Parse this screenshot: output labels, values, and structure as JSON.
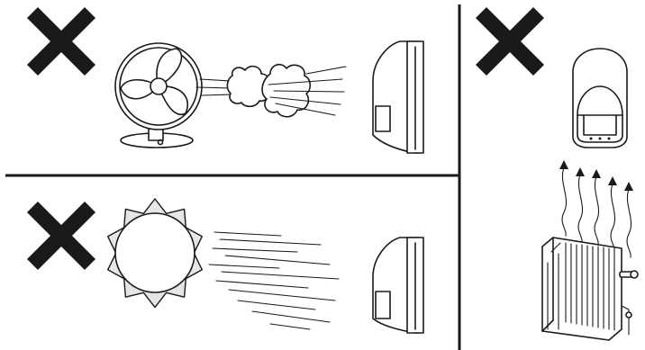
{
  "colors": {
    "line": "#1a1a1a",
    "background": "#ffffff",
    "ray_fill": "#e6e6e6",
    "forbidden_mark": "#1a1a1a"
  },
  "panels": [
    {
      "id": "panel-fan-draught",
      "icons": [
        "forbidden-x-icon",
        "desk-fan-icon",
        "air-draught-icon",
        "motion-sensor-side-icon"
      ]
    },
    {
      "id": "panel-sunlight",
      "icons": [
        "forbidden-x-icon",
        "sun-icon",
        "sun-rays-icon",
        "motion-sensor-side-icon"
      ]
    },
    {
      "id": "panel-heater",
      "icons": [
        "forbidden-x-icon",
        "motion-sensor-front-icon",
        "heat-waves-icon",
        "radiator-icon"
      ]
    }
  ]
}
